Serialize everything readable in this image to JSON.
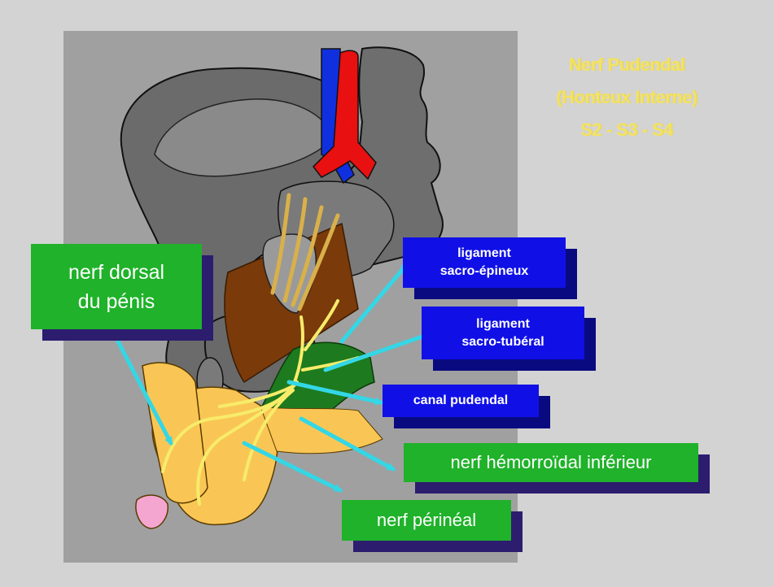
{
  "title": {
    "line1": "Nerf Pudendal",
    "line2": "(Honteux Interne)",
    "line3": "S2 - S3 - S4"
  },
  "labels": {
    "nerf_dorsal": {
      "line1": "nerf dorsal",
      "line2": "du pénis"
    },
    "ligament_sacro_epineux": {
      "line1": "ligament",
      "line2": "sacro-épineux"
    },
    "ligament_sacro_tuberal": {
      "line1": "ligament",
      "line2": "sacro-tubéral"
    },
    "canal_pudendal": {
      "line1": "canal pudendal"
    },
    "nerf_hemorroidal": {
      "line1": "nerf hémorroïdal inférieur"
    },
    "nerf_perineal": {
      "line1": "nerf périnéal"
    }
  },
  "colors": {
    "background": "#d3d3d3",
    "panel": "#a0a0a0",
    "title": "#f2e266",
    "label_green": "#1fb22a",
    "label_blue": "#1010e6",
    "arrow": "#33d7e6",
    "nerve": "#f7ec6a",
    "bone": "#6e6e6e",
    "ligament": "#7a3a0a",
    "artery": "#e81010",
    "vein": "#1030e0",
    "skin": "#f9c655",
    "muscle": "#1e7a1e"
  }
}
